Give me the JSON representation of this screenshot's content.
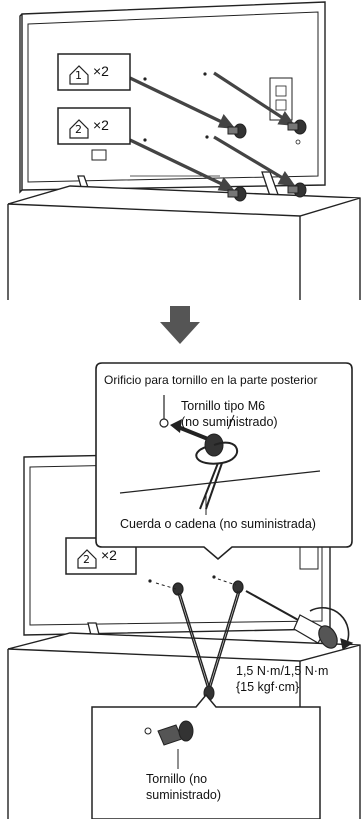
{
  "panel1": {
    "badge1": {
      "number": "1",
      "count": "×2"
    },
    "badge2": {
      "number": "2",
      "count": "×2"
    }
  },
  "panel2": {
    "callout_hole": "Orificio para tornillo en la parte posterior",
    "callout_screw_line1": "Tornillo tipo M6",
    "callout_screw_line2": "(no suministrado)",
    "callout_cord": "Cuerda o cadena (no suministrada)",
    "badge2": {
      "number": "2",
      "count": "×2"
    },
    "torque_line1": "1,5 N·m/1,5 N·m",
    "torque_line2": "{15 kgf·cm}",
    "inset_line1": "Tornillo (no",
    "inset_line2": "suministrado)"
  },
  "colors": {
    "arrow": "#555555",
    "outline": "#222222",
    "panel_bg": "#ffffff"
  },
  "icons": [
    "house-icon",
    "screw-icon",
    "down-arrow-icon",
    "screwdriver-icon"
  ]
}
